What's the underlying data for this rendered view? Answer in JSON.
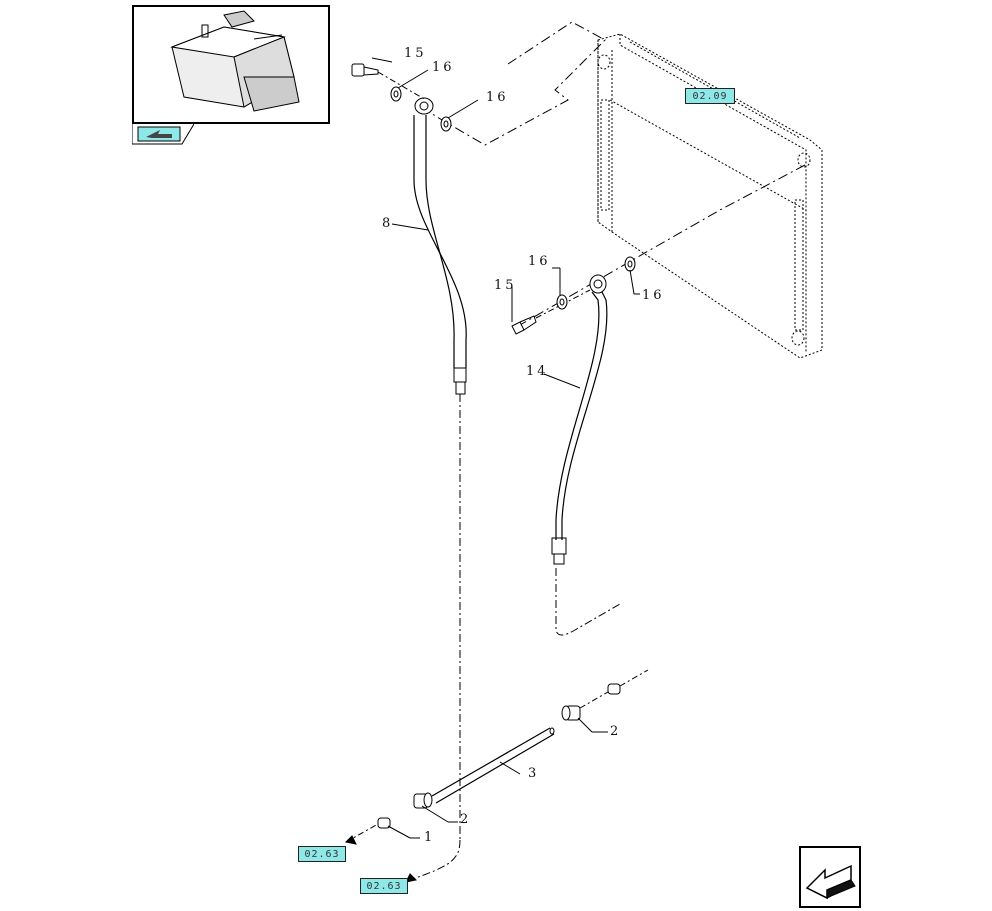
{
  "refs": {
    "radiator_ref": "02.09",
    "cooler_ref_upper": "02.63",
    "cooler_ref_lower": "02.63"
  },
  "callouts": {
    "c1": "1",
    "c2_lower": "2",
    "c2_upper": "2",
    "c3": "3",
    "c8": "8",
    "c14": "14",
    "c15_top": "15",
    "c15_mid": "15",
    "c16_a": "16",
    "c16_b": "16",
    "c16_c": "16",
    "c16_d": "16"
  },
  "icons": {
    "thumbnail": "machine-location-icon",
    "prev": "previous-page-arrow-icon",
    "next": "next-page-arrow-icon"
  },
  "colors": {
    "ref_tag_fill": "#8fe8e8",
    "line": "#000000"
  }
}
